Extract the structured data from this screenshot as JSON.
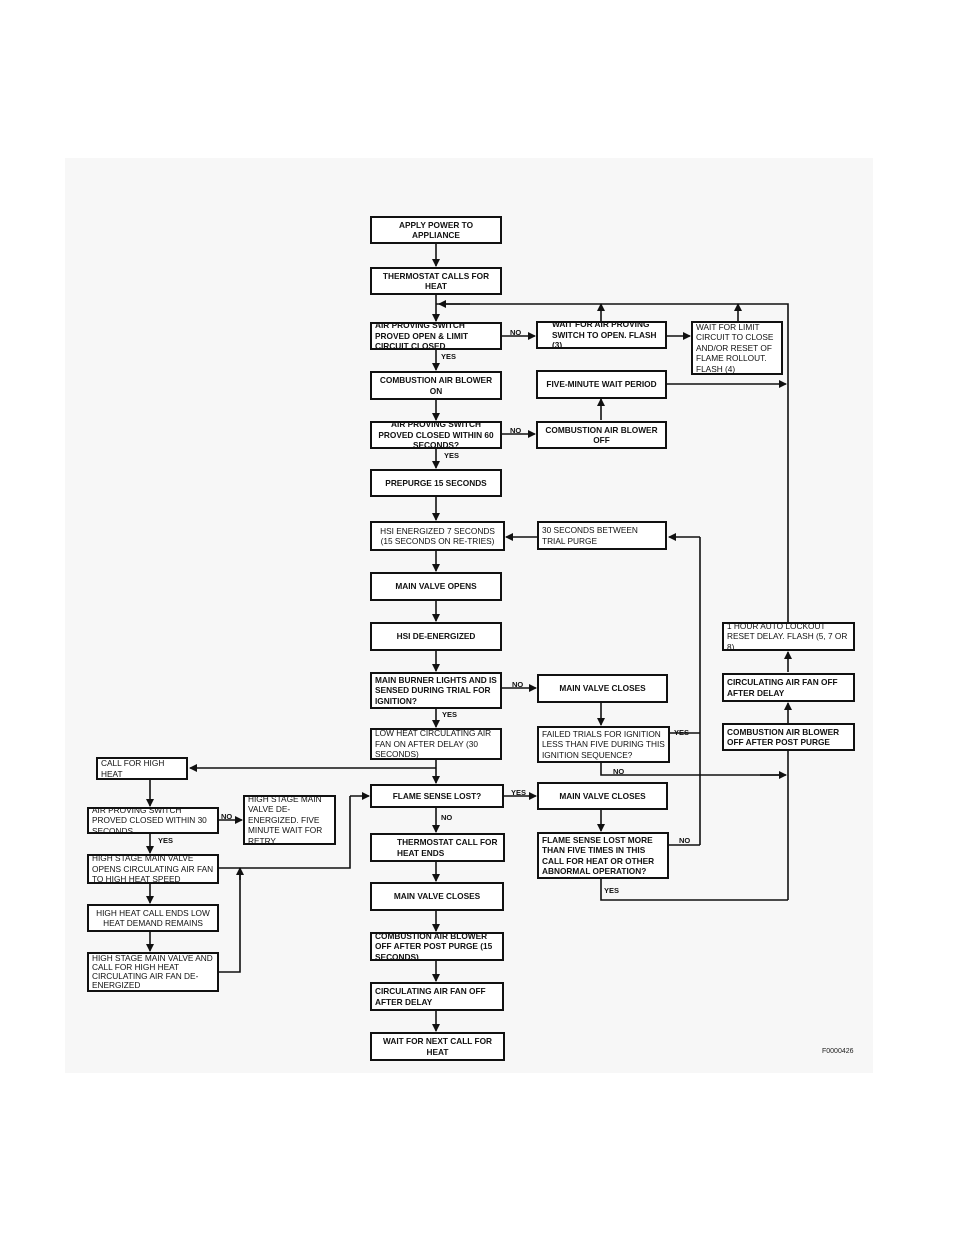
{
  "boxes": {
    "apply_power": "APPLY POWER TO APPLIANCE",
    "thermostat_calls": "THERMOSTAT CALLS FOR HEAT",
    "air_proving_open": "AIR PROVING SWITCH PROVED OPEN & LIMIT CIRCUIT CLOSED",
    "wait_air_proving": "WAIT FOR AIR PROVING SWITCH TO OPEN.  FLASH (3)",
    "wait_limit": "WAIT FOR LIMIT CIRCUIT TO CLOSE AND/OR RESET OF FLAME ROLLOUT.  FLASH  (4)",
    "combustion_blower_on": "COMBUSTION AIR BLOWER ON",
    "five_minute_wait": "FIVE-MINUTE WAIT PERIOD",
    "air_proving_closed": "AIR PROVING SWITCH PROVED CLOSED WITHIN 60 SECONDS?",
    "combustion_blower_off": "COMBUSTION AIR BLOWER OFF",
    "prepurge": "PREPURGE 15 SECONDS",
    "hsi_energized": "HSI ENERGIZED 7 SECONDS (15 SECONDS ON RE-TRIES)",
    "trial_purge": "30 SECONDS BETWEEN TRIAL PURGE",
    "main_valve_opens": "MAIN VALVE OPENS",
    "hsi_deenergized": "HSI DE-ENERGIZED",
    "lockout_reset": "1 HOUR AUTO LOCKOUT RESET DELAY.  FLASH (5, 7 OR 8)",
    "burner_lights": "MAIN BURNER LIGHTS AND IS SENSED DURING TRIAL FOR IGNITION?",
    "main_valve_closes_1": "MAIN VALVE CLOSES",
    "circ_fan_off_right": "CIRCULATING AIR FAN OFF AFTER DELAY",
    "low_heat_fan": "LOW HEAT CIRCULATING AIR FAN ON AFTER DELAY   (30 SECONDS)",
    "failed_trials": "FAILED TRIALS FOR IGNITION LESS THAN FIVE DURING THIS IGNITION SEQUENCE?",
    "blower_off_post_purge_right": "COMBUSTION AIR BLOWER OFF AFTER POST PURGE",
    "call_high_heat": "CALL FOR HIGH HEAT",
    "flame_sense_lost": "FLAME SENSE LOST?",
    "main_valve_closes_2": "MAIN VALVE CLOSES",
    "air_proving_30": "AIR PROVING SWITCH PROVED CLOSED WITHIN 30 SECONDS.",
    "high_stage_deenergized": "HIGH STAGE MAIN VALVE DE-ENERGIZED. FIVE MINUTE WAIT FOR RETRY.",
    "thermostat_ends": "THERMOSTAT CALL FOR HEAT ENDS",
    "flame_lost_more": "FLAME SENSE LOST MORE THAN FIVE TIMES IN THIS CALL FOR HEAT OR OTHER ABNORMAL OPERATION?",
    "high_stage_opens": "HIGH STAGE MAIN VALVE OPENS CIRCULATING AIR FAN TO HIGH HEAT SPEED",
    "high_heat_ends": "HIGH HEAT CALL ENDS LOW HEAT DEMAND REMAINS",
    "main_valve_closes_3": "MAIN VALVE CLOSES",
    "high_stage_all_off": "HIGH STAGE MAIN VALVE AND CALL FOR HIGH HEAT CIRCULATING AIR FAN DE-ENERGIZED",
    "blower_off_post_purge_15": "COMBUSTION AIR BLOWER OFF AFTER POST PURGE (15 SECONDS)",
    "circ_fan_off_bottom": "CIRCULATING AIR FAN OFF AFTER DELAY",
    "wait_next_call": "WAIT FOR NEXT CALL FOR HEAT"
  },
  "labels": {
    "yes": "YES",
    "no": "NO"
  },
  "figure_id": "F0000426"
}
